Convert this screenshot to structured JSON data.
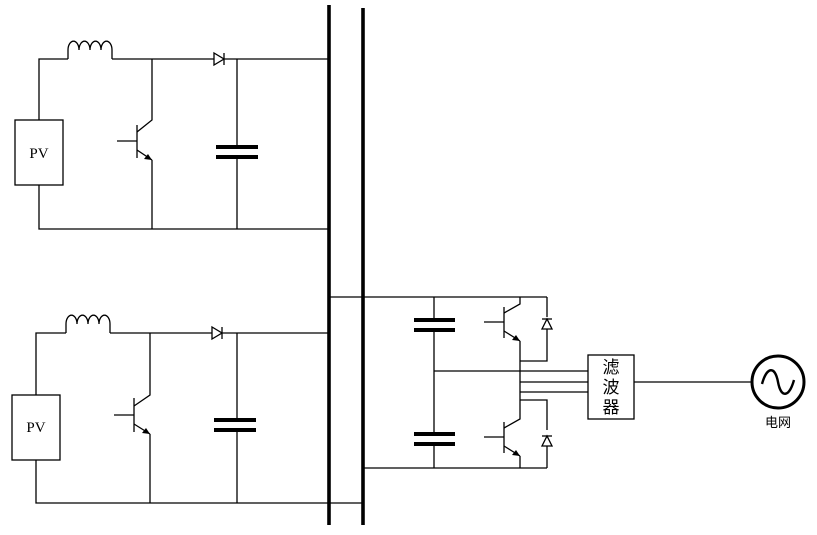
{
  "diagram": {
    "pv_label_top": "PV",
    "pv_label_bottom": "PV",
    "filter_label": [
      "滤",
      "波",
      "器"
    ],
    "grid_label": "电网"
  }
}
